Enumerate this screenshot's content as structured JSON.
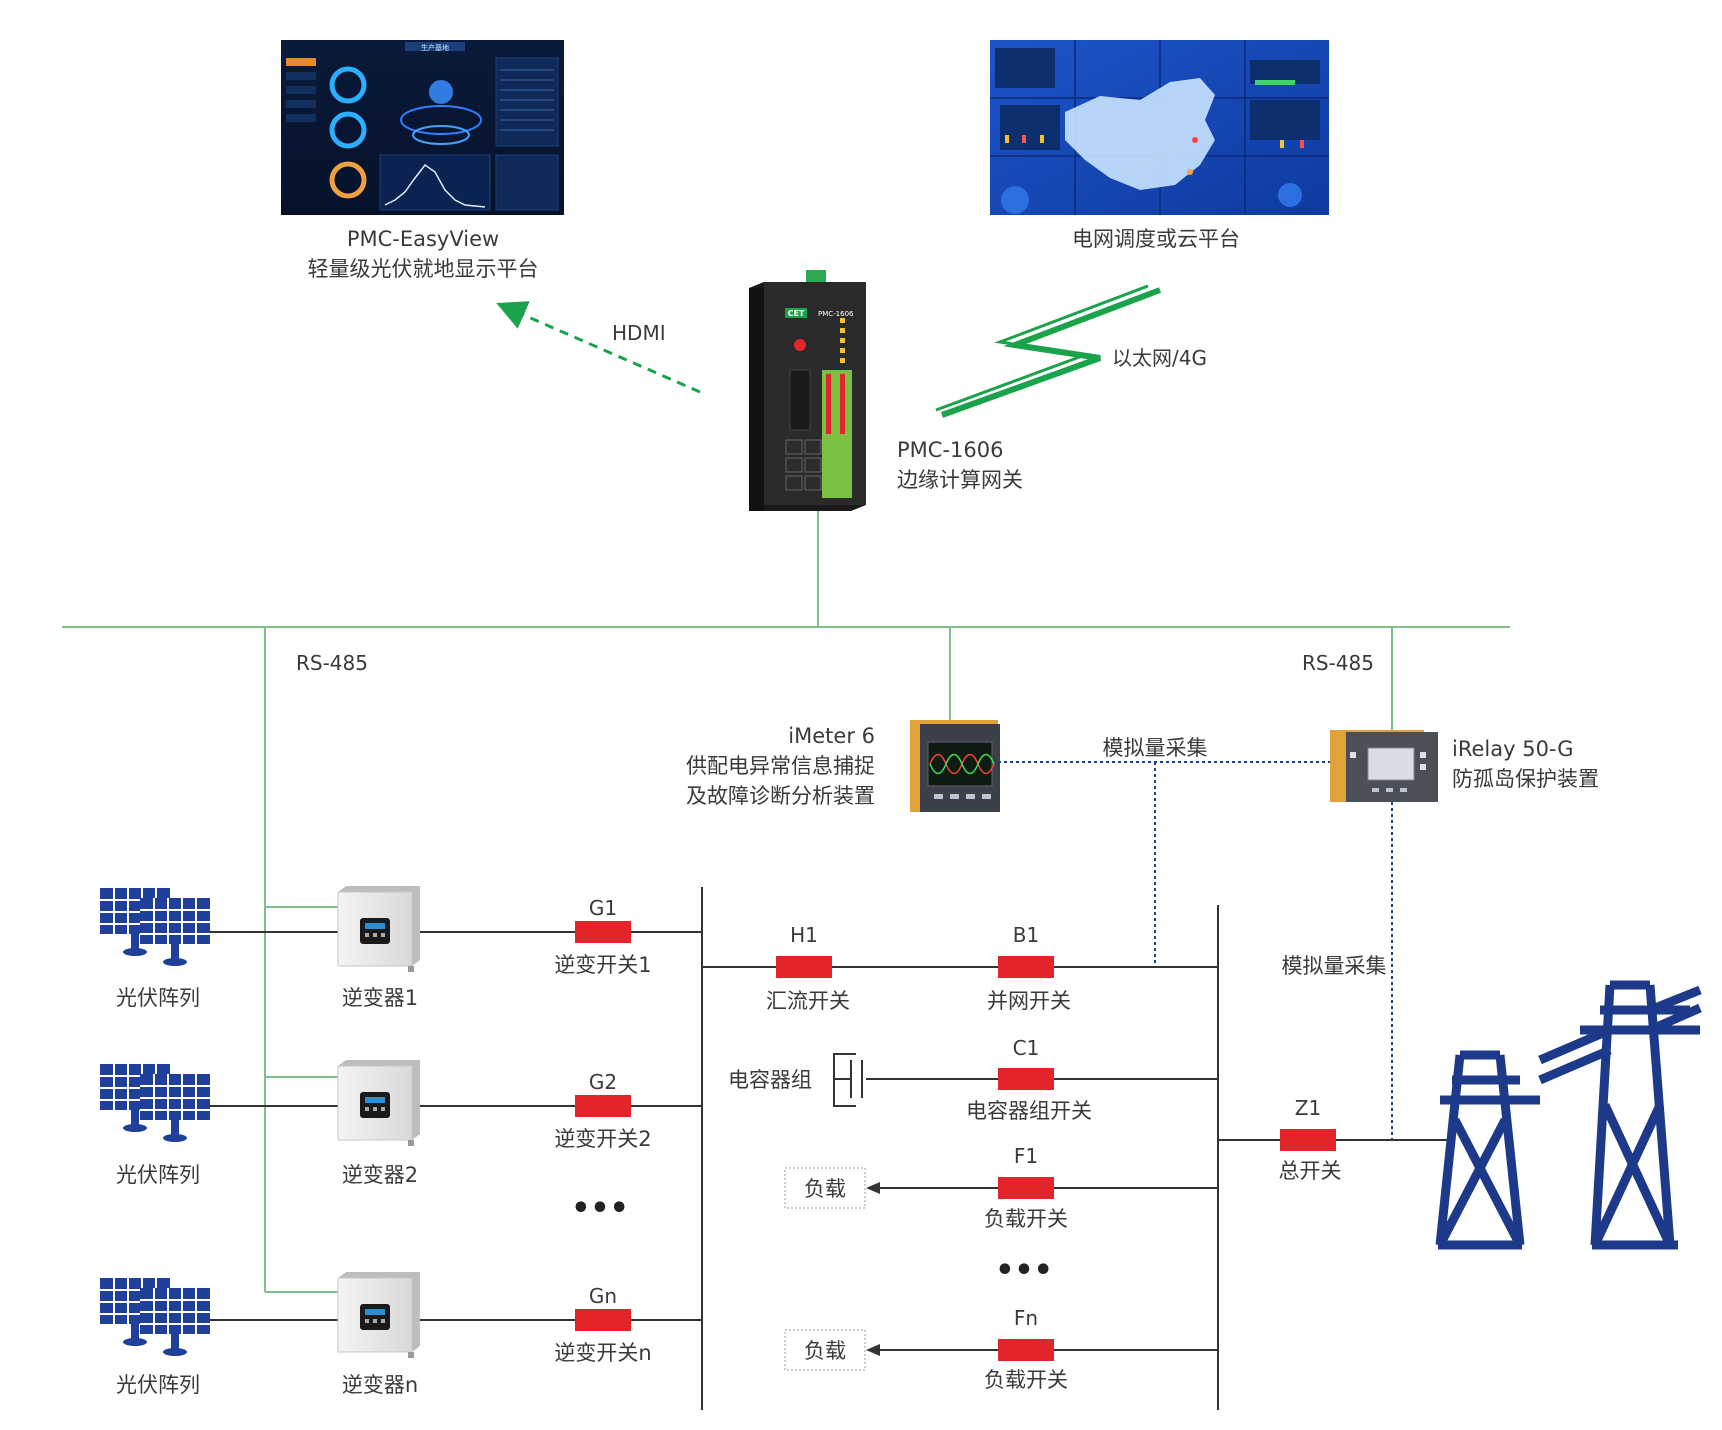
{
  "colors": {
    "bus_line": "#7fbf8f",
    "power_line": "#333333",
    "switch": "#e3242b",
    "analog_link": "#1f3f8f",
    "hdmi_arrow": "#1aa34a",
    "wireless": "#1aa34a",
    "tower": "#1d3a8a",
    "solar": "#1e3f9a"
  },
  "top": {
    "easyview_name": "PMC-EasyView",
    "easyview_desc": "轻量级光伏就地显示平台",
    "easyview_screen_title": "生产基地",
    "cloud_desc": "电网调度或云平台"
  },
  "gateway": {
    "name": "PMC-1606",
    "desc": "边缘计算网关",
    "brand": "CET",
    "model_plate": "PMC-1606",
    "hdmi_label": "HDMI",
    "wireless_label": "以太网/4G"
  },
  "bus": {
    "rs485_left": "RS-485",
    "rs485_right": "RS-485"
  },
  "imeter": {
    "name": "iMeter 6",
    "desc_1": "供配电异常信息捕捉",
    "desc_2": "及故障诊断分析装置"
  },
  "irelay": {
    "name": "iRelay 50-G",
    "desc": "防孤岛保护装置"
  },
  "analog": {
    "label_top": "模拟量采集",
    "label_right": "模拟量采集"
  },
  "pv_rows": [
    {
      "array": "光伏阵列",
      "inverter": "逆变器1",
      "switch_id": "G1",
      "switch_name": "逆变开关1"
    },
    {
      "array": "光伏阵列",
      "inverter": "逆变器2",
      "switch_id": "G2",
      "switch_name": "逆变开关2"
    },
    {
      "array": "光伏阵列",
      "inverter": "逆变器n",
      "switch_id": "Gn",
      "switch_name": "逆变开关n"
    }
  ],
  "ellipsis": "•••",
  "main": {
    "h1_id": "H1",
    "h1_name": "汇流开关",
    "b1_id": "B1",
    "b1_name": "并网开关",
    "c1_id": "C1",
    "c1_name": "电容器组开关",
    "capacitor": "电容器组",
    "f1_id": "F1",
    "f1_name": "负载开关",
    "fn_id": "Fn",
    "fn_name": "负载开关",
    "load_1": "负载",
    "load_n": "负载",
    "z1_id": "Z1",
    "z1_name": "总开关"
  }
}
